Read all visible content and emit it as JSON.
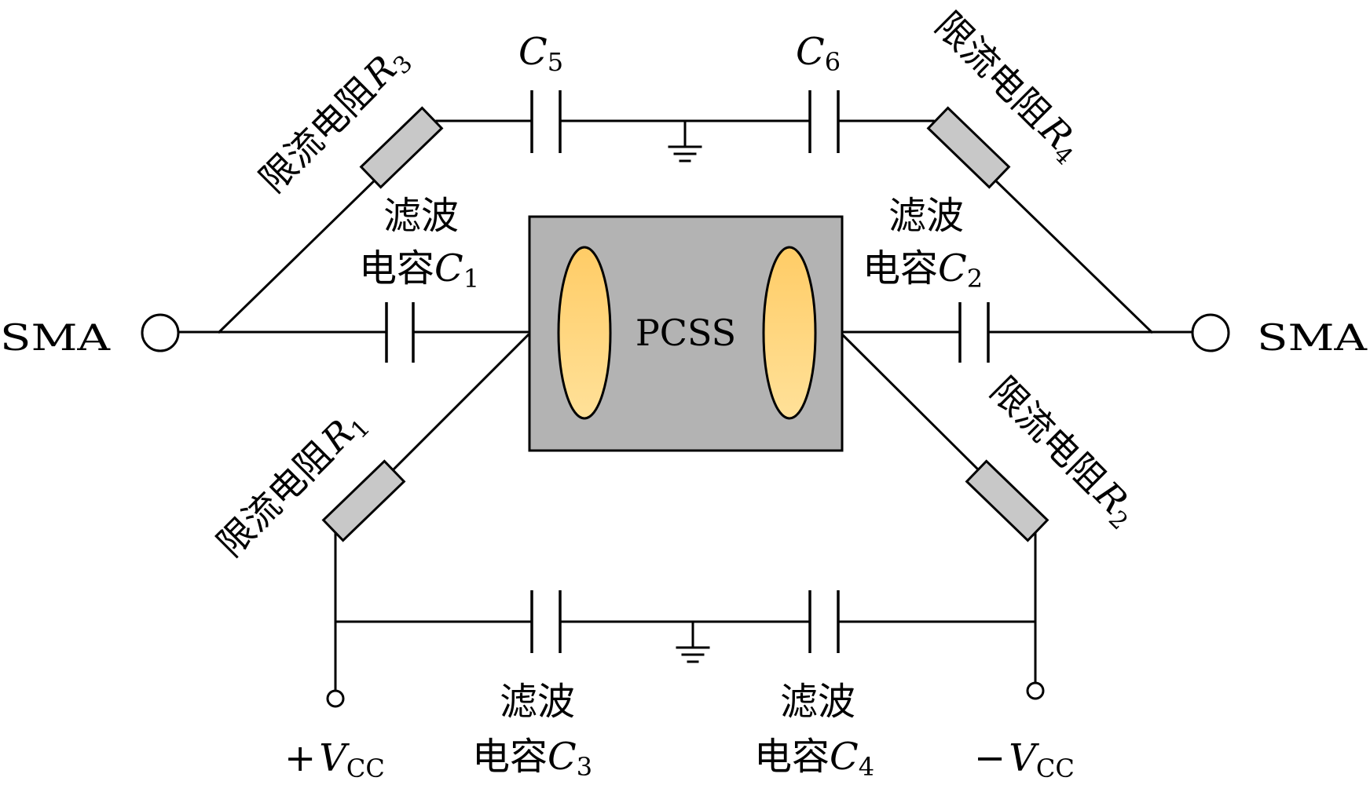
{
  "colors": {
    "wire": "#000000",
    "resistor_fill": "#c8c8c8",
    "pcss_fill": "#b3b3b3",
    "electrode_top": "#ffcc66",
    "electrode_bottom": "#ffe199",
    "background": "#ffffff"
  },
  "terminals": {
    "left_sma": "SMA",
    "right_sma": "SMA",
    "pos_vcc_sign": "+",
    "neg_vcc_sign": "−",
    "vcc_var": "V",
    "vcc_sub": "CC"
  },
  "pcss": {
    "label": "PCSS"
  },
  "resistors": {
    "r1": {
      "prefix": "限流电阻",
      "var": "R",
      "sub": "1"
    },
    "r2": {
      "prefix": "限流电阻",
      "var": "R",
      "sub": "2"
    },
    "r3": {
      "prefix": "限流电阻",
      "var": "R",
      "sub": "3"
    },
    "r4": {
      "prefix": "限流电阻",
      "var": "R",
      "sub": "4"
    }
  },
  "capacitors": {
    "c1": {
      "line1": "滤波",
      "line2": "电容",
      "var": "C",
      "sub": "1"
    },
    "c2": {
      "line1": "滤波",
      "line2": "电容",
      "var": "C",
      "sub": "2"
    },
    "c3": {
      "line1": "滤波",
      "line2": "电容",
      "var": "C",
      "sub": "3"
    },
    "c4": {
      "line1": "滤波",
      "line2": "电容",
      "var": "C",
      "sub": "4"
    },
    "c5": {
      "var": "C",
      "sub": "5"
    },
    "c6": {
      "var": "C",
      "sub": "6"
    }
  }
}
